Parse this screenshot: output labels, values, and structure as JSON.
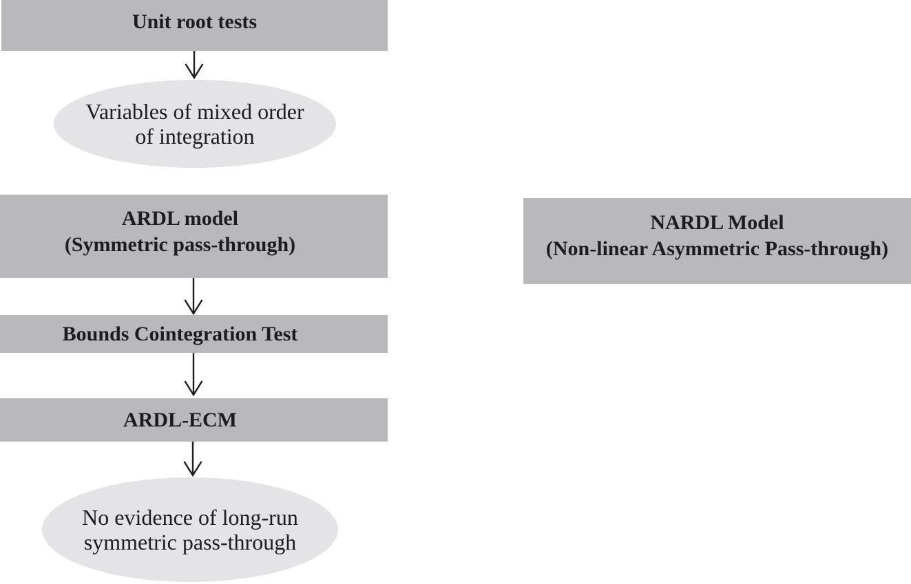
{
  "figure": {
    "type": "flowchart",
    "description": "Methodology flow diagram: ARDL vs NARDL pass-through modelling"
  },
  "flow": {
    "unit_root": {
      "label": "Unit root tests"
    },
    "mixed_order": {
      "line1": "Variables of mixed order",
      "line2": "of integration"
    },
    "ardl": {
      "line1": "ARDL model",
      "line2": "(Symmetric pass-through)"
    },
    "bounds": {
      "label": "Bounds Cointegration Test"
    },
    "ardl_ecm": {
      "label": "ARDL-ECM"
    },
    "no_evidence": {
      "line1": "No evidence of long-run",
      "line2": "symmetric pass-through"
    },
    "nardl": {
      "line1": "NARDL Model",
      "line2": "(Non-linear Asymmetric Pass-through)"
    }
  },
  "edges": [
    "unit_root -> mixed_order",
    "ardl -> bounds",
    "bounds -> ardl_ecm",
    "ardl_ecm -> no_evidence"
  ],
  "icons": {
    "arrow_down": "down-arrow connector with open chevron head"
  },
  "colors": {
    "box_fill": "#b9b9bb",
    "ellipse_fill": "#e4e4e6",
    "text": "#1d1d1f",
    "arrow": "#1d1d1f",
    "background": "#ffffff"
  }
}
